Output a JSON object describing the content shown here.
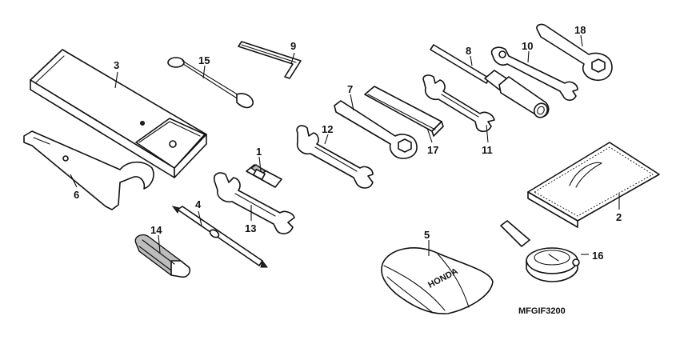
{
  "callouts": {
    "c1": "1",
    "c2": "2",
    "c3": "3",
    "c4": "4",
    "c5": "5",
    "c6": "6",
    "c7": "7",
    "c8": "8",
    "c9": "9",
    "c10": "10",
    "c11": "11",
    "c12": "12",
    "c13": "13",
    "c14": "14",
    "c15": "15",
    "c16": "16",
    "c17": "17",
    "c18": "18"
  },
  "drawing_code": "MFGIF3200",
  "pouch_logo": "HONDA"
}
